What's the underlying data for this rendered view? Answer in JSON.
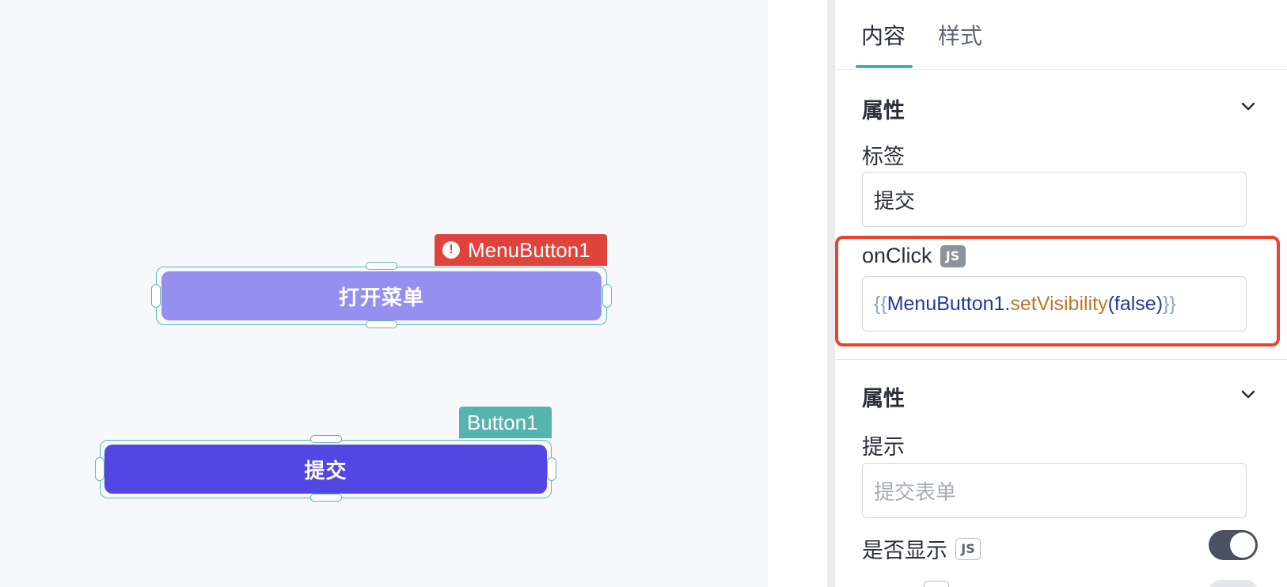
{
  "canvas": {
    "menu_button": {
      "tag": "MenuButton1",
      "label": "打开菜单",
      "color": "#958ff0",
      "status": "error"
    },
    "submit_button": {
      "tag": "Button1",
      "label": "提交",
      "color": "#5347e3"
    }
  },
  "panel": {
    "tabs": [
      {
        "label": "内容",
        "active": true
      },
      {
        "label": "样式",
        "active": false
      }
    ],
    "section1": {
      "title": "属性",
      "label_field": {
        "label": "标签",
        "value": "提交"
      },
      "onclick_field": {
        "label": "onClick",
        "js_badge": "JS",
        "code": {
          "open": "{{",
          "object": "MenuButton1",
          "dot": ".",
          "method": "setVisibility",
          "lparen": "(",
          "arg": "false",
          "rparen": ")",
          "close": "}}"
        }
      }
    },
    "section2": {
      "title": "属性",
      "hint_field": {
        "label": "提示",
        "placeholder": "提交表单"
      },
      "visible_field": {
        "label": "是否显示",
        "js_badge": "JS",
        "enabled": true
      }
    },
    "colors": {
      "accent": "#3fb0a8",
      "highlight": "#e8432f",
      "error_tag": "#e0433b",
      "normal_tag": "#57b3ad"
    }
  }
}
